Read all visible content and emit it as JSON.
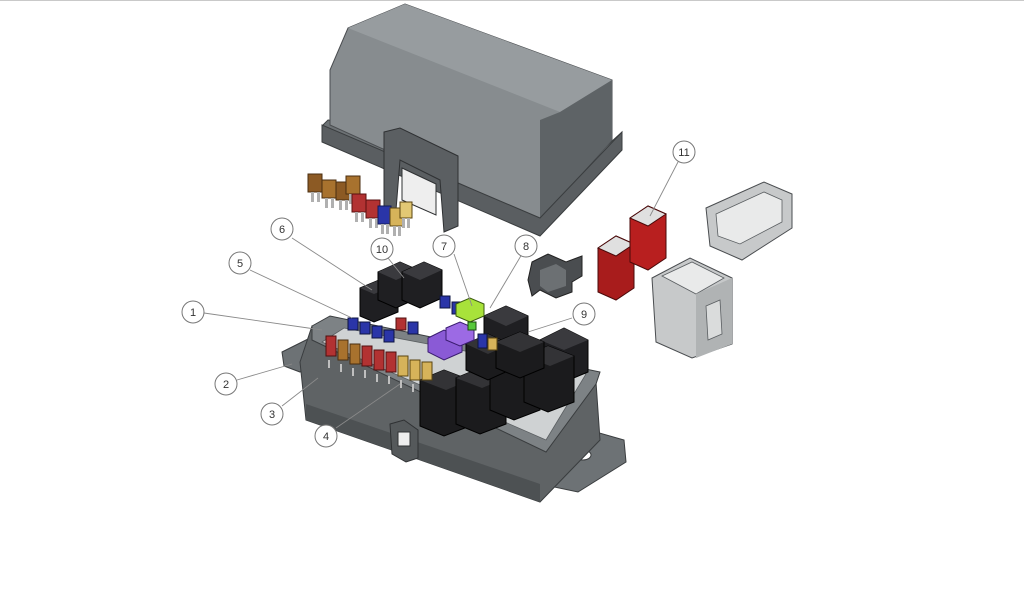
{
  "colors": {
    "housing_body": "#5f6365",
    "housing_top": "#7d8285",
    "housing_edge": "#3e4143",
    "cover_light": "#8a8f92",
    "cover_shadow": "#5c6062",
    "relay_black": "#1b1b1d",
    "fuse_orange": "#a8722e",
    "fuse_red": "#b23232",
    "fuse_blue": "#2a35a8",
    "fuse_tan": "#d6b35a",
    "fuse_purple": "#8a5ad6",
    "fuse_green": "#a8e23a",
    "maxi_red": "#b81f1f",
    "clip_light": "#c7c9ca",
    "bracket_dark": "#4a4d50"
  },
  "callouts": [
    {
      "id": "c1",
      "label": "1"
    },
    {
      "id": "c2",
      "label": "2"
    },
    {
      "id": "c3",
      "label": "3"
    },
    {
      "id": "c4",
      "label": "4"
    },
    {
      "id": "c5",
      "label": "5"
    },
    {
      "id": "c6",
      "label": "6"
    },
    {
      "id": "c7",
      "label": "7"
    },
    {
      "id": "c8",
      "label": "8"
    },
    {
      "id": "c9",
      "label": "9"
    },
    {
      "id": "c10",
      "label": "10"
    },
    {
      "id": "c11",
      "label": "11"
    }
  ]
}
